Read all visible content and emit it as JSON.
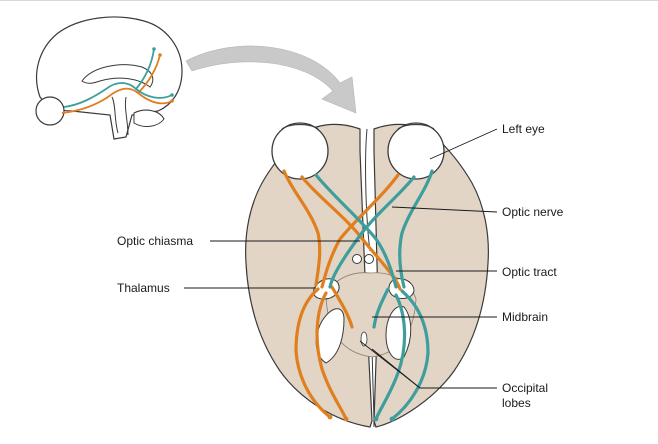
{
  "labels": {
    "left_eye": "Left eye",
    "optic_nerve": "Optic nerve",
    "optic_chiasma": "Optic chiasma",
    "optic_tract": "Optic tract",
    "thalamus": "Thalamus",
    "midbrain": "Midbrain",
    "occipital_line1": "Occipital",
    "occipital_line2": "lobes"
  },
  "colors": {
    "brain_fill": "#e2d5c6",
    "brain_stroke": "#3a3a3a",
    "left_pathway": "#e07f1e",
    "right_pathway": "#3e9e9c",
    "arrow_fill": "#c9c9c9",
    "leader_line": "#1a1a1a"
  }
}
